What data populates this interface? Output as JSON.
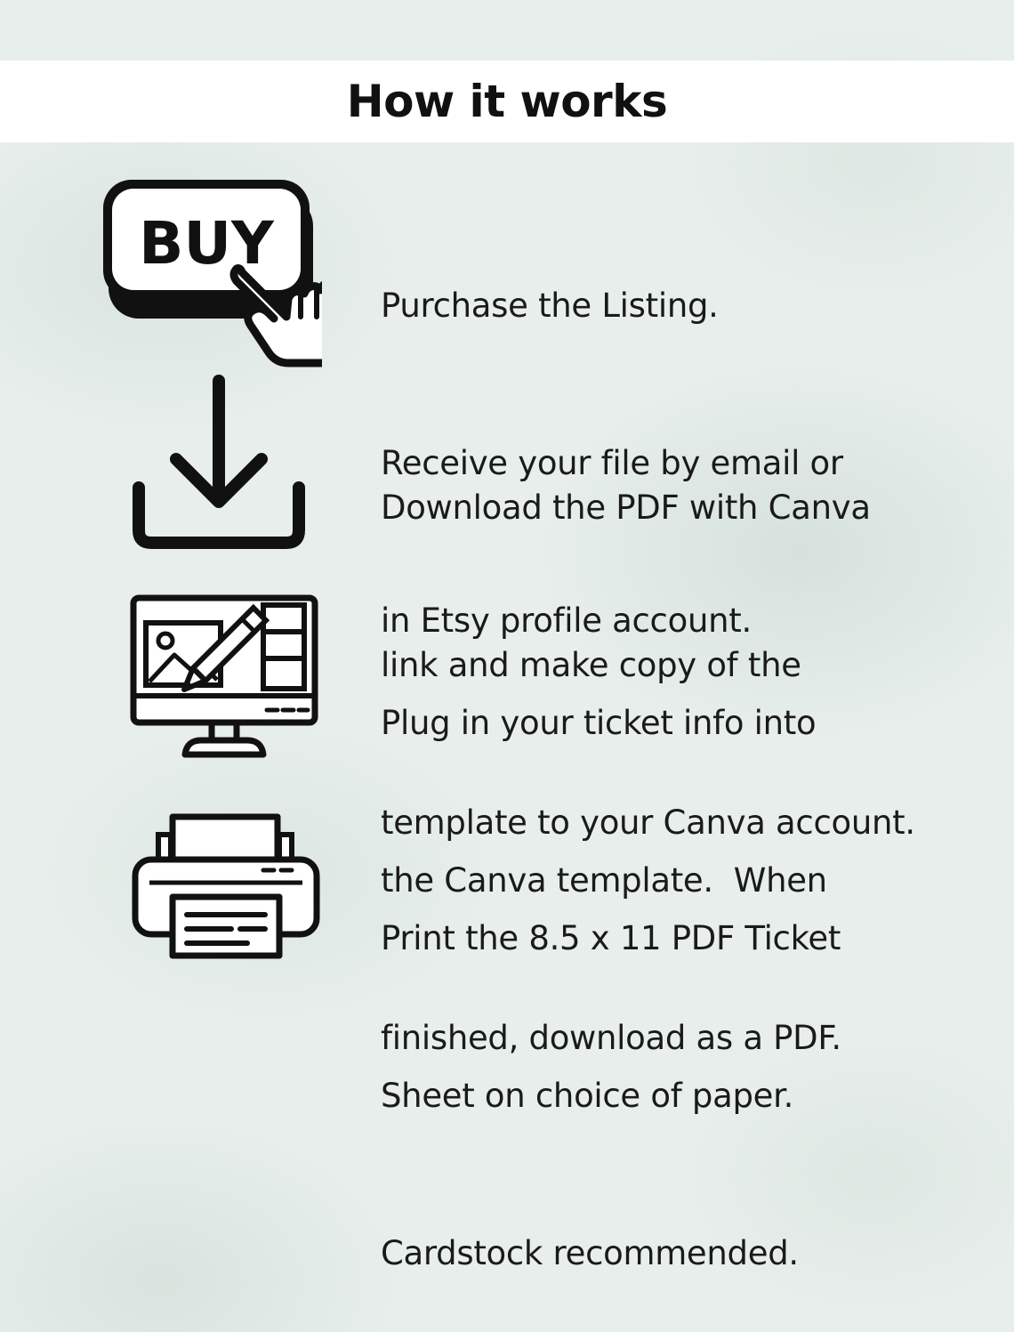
{
  "header": {
    "title": "How it works"
  },
  "steps": [
    {
      "icon": "buy-button-hand-icon",
      "icon_text": "BUY",
      "lines": [
        "Purchase the Listing.",
        "Receive your file by email or",
        "in Etsy profile account."
      ]
    },
    {
      "icon": "download-icon",
      "lines": [
        "Download the PDF with Canva",
        "link and make copy of the",
        "template to your Canva account."
      ]
    },
    {
      "icon": "monitor-edit-icon",
      "lines": [
        "Plug in your ticket info into",
        "the Canva template.  When",
        "finished, download as a PDF."
      ]
    },
    {
      "icon": "printer-icon",
      "lines": [
        "Print the 8.5 x 11 PDF Ticket",
        "Sheet on choice of paper.",
        "Cardstock recommended."
      ]
    }
  ],
  "colors": {
    "background": "#e7eeeb",
    "header_bg": "#ffffff",
    "text": "#1a1a1a",
    "icon": "#111111"
  }
}
